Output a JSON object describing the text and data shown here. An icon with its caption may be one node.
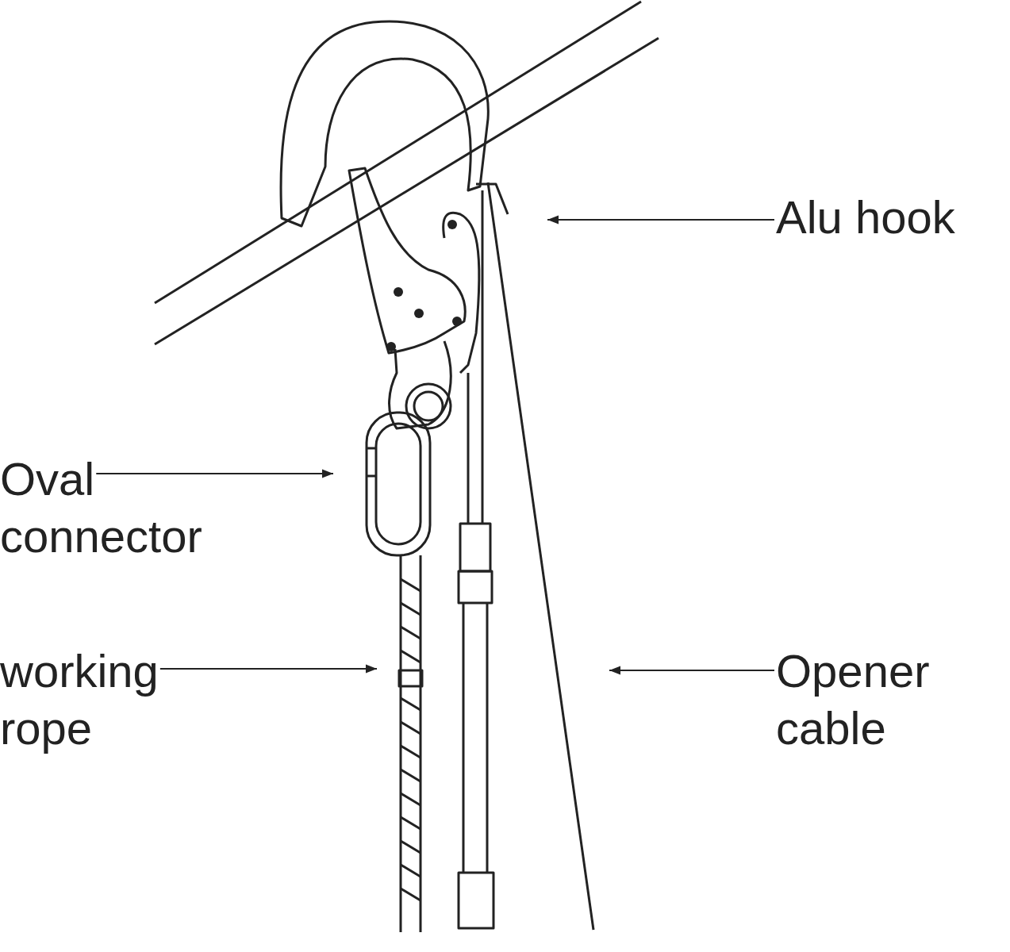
{
  "diagram": {
    "nodes": [
      {
        "text": [
          "Alu hook"
        ]
      },
      {
        "text": [
          "Oval connector"
        ]
      },
      {
        "text": [
          "working rope"
        ]
      },
      {
        "text": [
          "Opener cable"
        ]
      }
    ],
    "edges": [
      {
        "from": 0,
        "to": null,
        "arrow": "to"
      },
      {
        "from": 1,
        "to": null,
        "arrow": "to"
      },
      {
        "from": 2,
        "to": null,
        "arrow": "to"
      },
      {
        "from": 3,
        "to": null,
        "arrow": "to"
      }
    ]
  }
}
